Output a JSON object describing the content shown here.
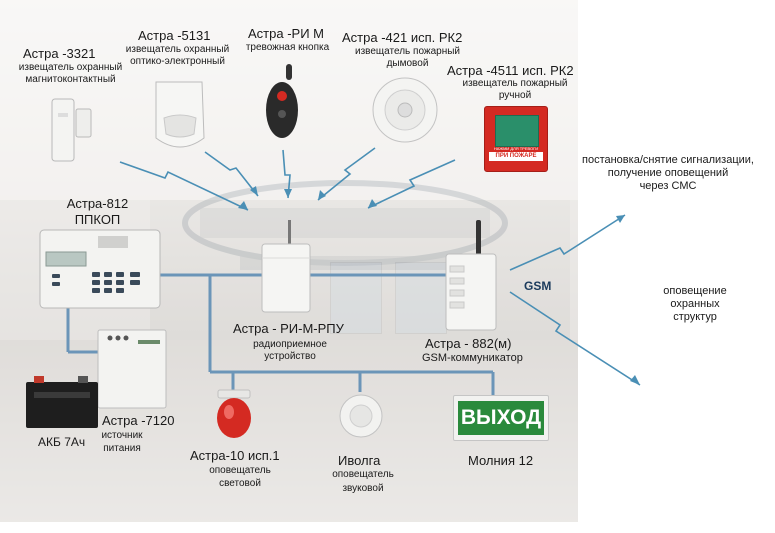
{
  "devices": {
    "astra3321": {
      "name": "Астра -3321",
      "desc_line1": "извещатель охранный",
      "desc_line2": "магнитоконтактный"
    },
    "astra5131": {
      "name": "Астра -5131",
      "desc_line1": "извещатель охранный",
      "desc_line2": "оптико-электронный"
    },
    "astraRiM": {
      "name": "Астра -РИ М",
      "desc_line1": "тревожная кнопка"
    },
    "astra421": {
      "name": "Астра -421 исп. РК2",
      "desc_line1": "извещатель пожарный",
      "desc_line2": "дымовой"
    },
    "astra4511": {
      "name": "Астра -4511 исп. РК2",
      "desc_line1": "извещатель пожарный",
      "desc_line2": "ручной",
      "button_top": "НАЖМИ ДЛЯ ТРЕВОГИ",
      "button_label": "ПРИ ПОЖАРЕ"
    },
    "astra812": {
      "name_line1": "Астра-812",
      "name_line2": "ППКОП"
    },
    "astraRiMRpu": {
      "name": "Астра - РИ-М-РПУ",
      "desc_line1": "радиоприемное",
      "desc_line2": "устройство"
    },
    "astra882": {
      "name": "Астра - 882(м)",
      "desc_line1": "GSM-коммуникатор"
    },
    "astra7120": {
      "name": "Астра -7120",
      "desc_line1": "источник",
      "desc_line2": "питания"
    },
    "battery": {
      "name": "АКБ 7Ач"
    },
    "astra10": {
      "name": "Астра-10 исп.1",
      "desc_line1": "оповещатель",
      "desc_line2": "световой"
    },
    "ivolga": {
      "name": "Иволга",
      "desc_line1": "оповещатель",
      "desc_line2": "звуковой"
    },
    "molniya": {
      "name": "Молния 12",
      "sign_text": "ВЫХОД"
    }
  },
  "gsm_label": "GSM",
  "outputs": {
    "top_line1": "постановка/снятие сигнализации,",
    "top_line2": "получение оповещений",
    "top_line3": "через СМС",
    "bottom_line1": "оповещение",
    "bottom_line2": "охранных",
    "bottom_line3": "структур"
  },
  "colors": {
    "link_line": "#6b95b8",
    "radio_arrow": "#4a8fb5",
    "red": "#d42a22",
    "exit_green": "#2a8a3c"
  }
}
